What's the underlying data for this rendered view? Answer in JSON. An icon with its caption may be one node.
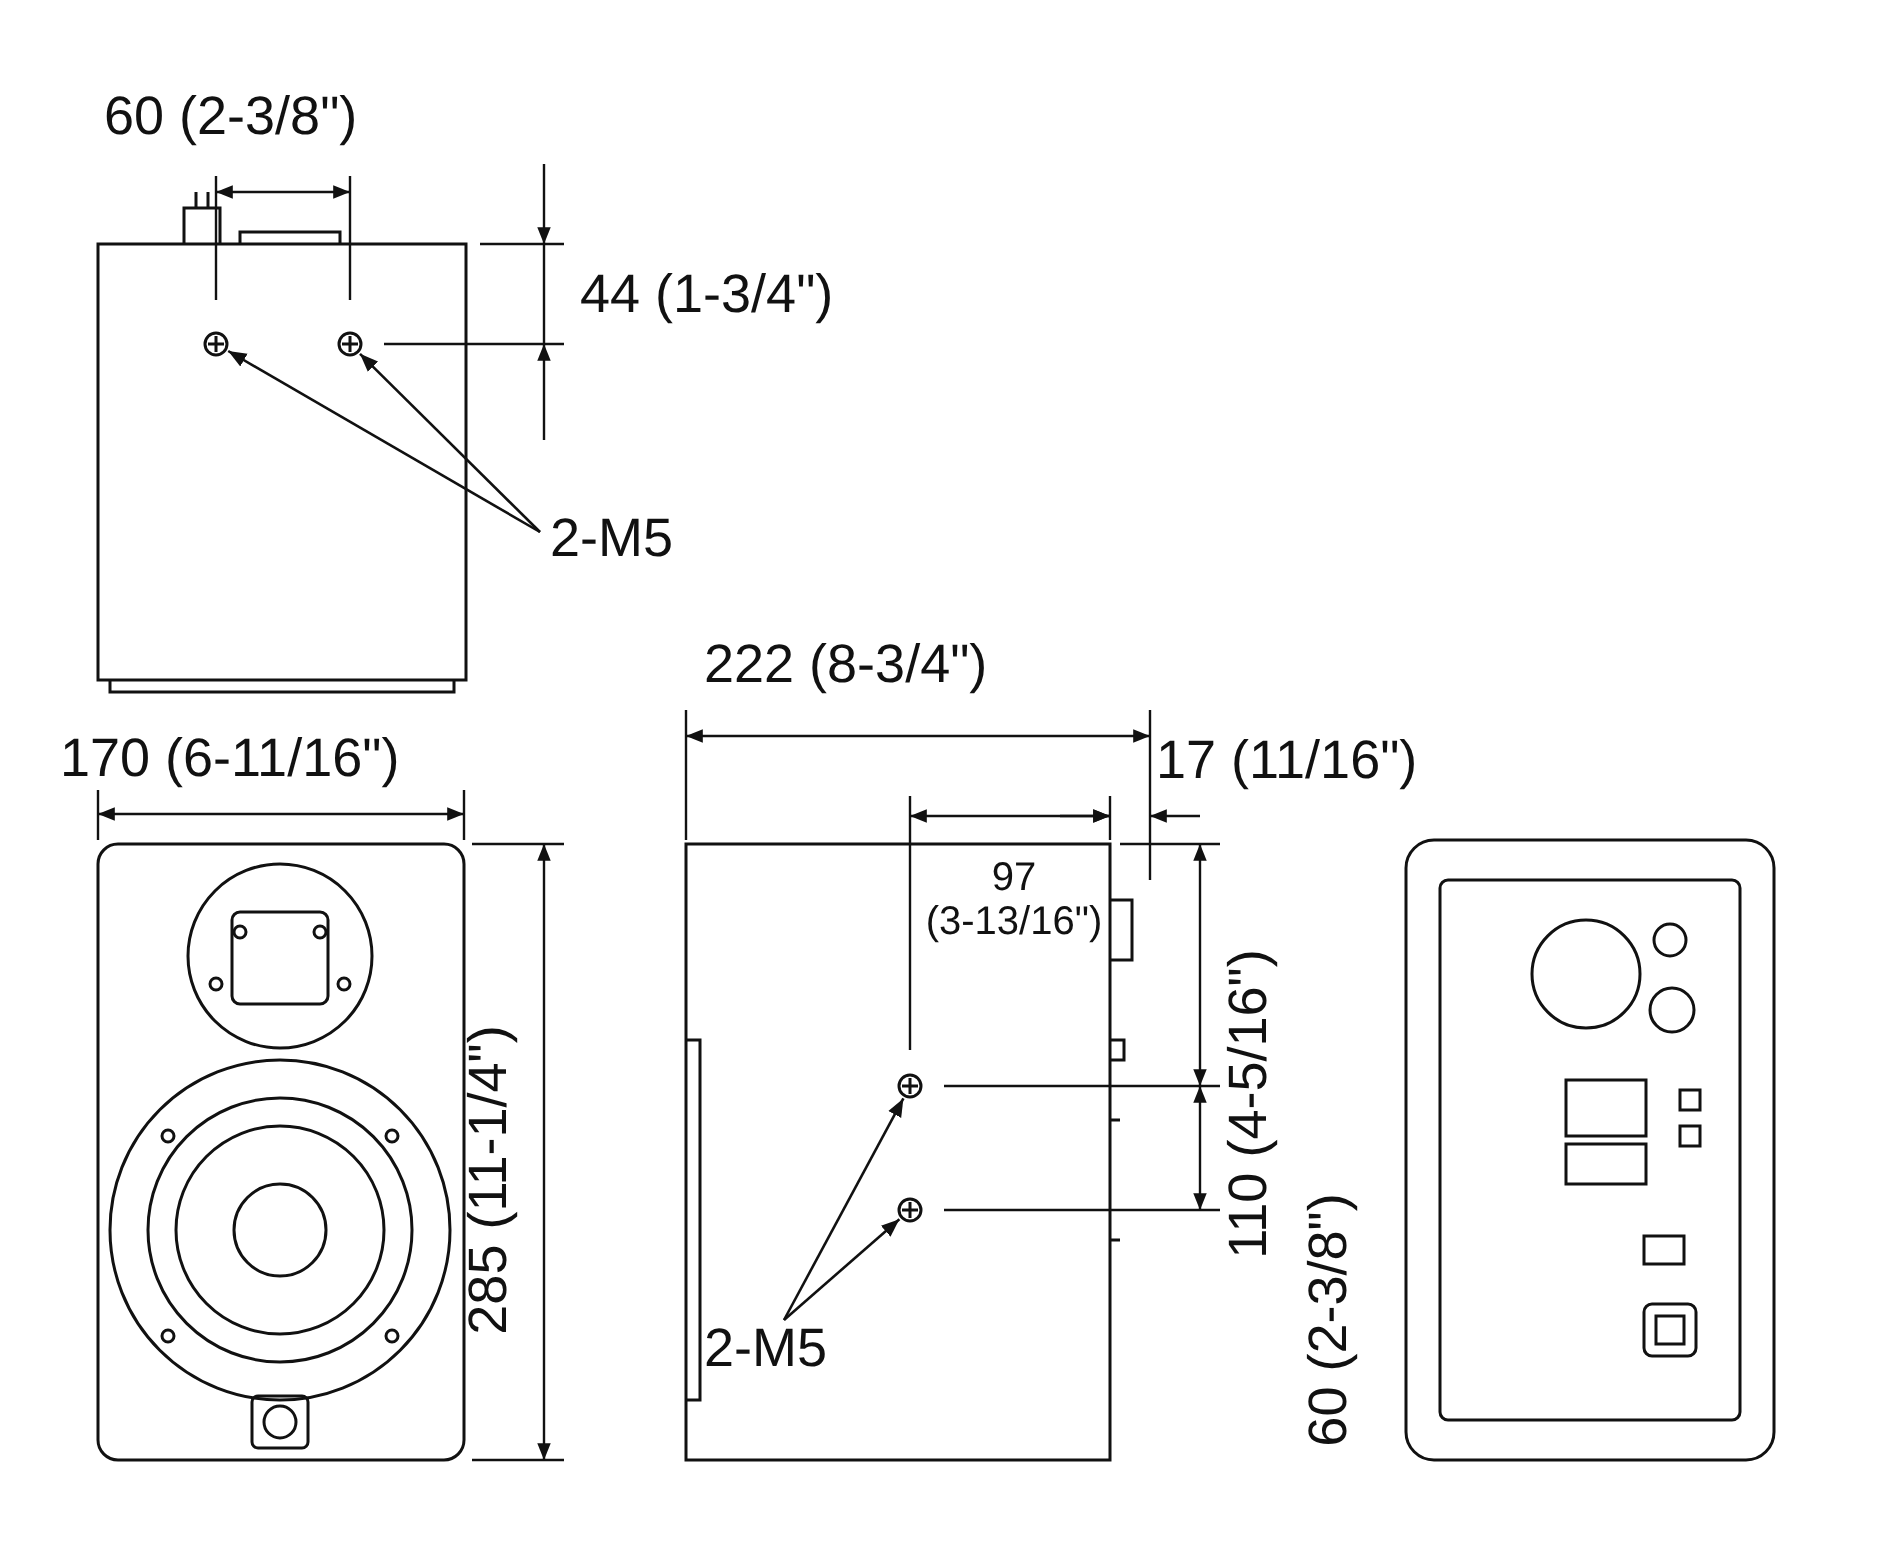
{
  "diagram": {
    "nodes": [
      {
        "text": [
          "2-M5"
        ]
      },
      {
        "text": [],
        "shape": "circle"
      },
      {
        "text": [],
        "shape": "circle"
      },
      {
        "text": [
          "2-M5"
        ]
      },
      {
        "text": [],
        "shape": "circle"
      },
      {
        "text": [],
        "shape": "circle"
      }
    ],
    "edges": [
      {
        "from": 0,
        "to": 1,
        "arrow": "to"
      },
      {
        "from": 0,
        "to": 2,
        "arrow": "to"
      },
      {
        "from": 3,
        "to": 4,
        "arrow": "to"
      },
      {
        "from": 3,
        "to": 5,
        "arrow": "to"
      }
    ],
    "labels": [
      "60 (2-3/8\")",
      "44 (1-3/4\")",
      "222 (8-3/4\")",
      "170 (6-11/16\")",
      "17 (11/16\")",
      "97 (3-13/16\")",
      "110 (4-5/16\")",
      "60 (2-3/8\")",
      "285 (11-1/4\")"
    ]
  }
}
